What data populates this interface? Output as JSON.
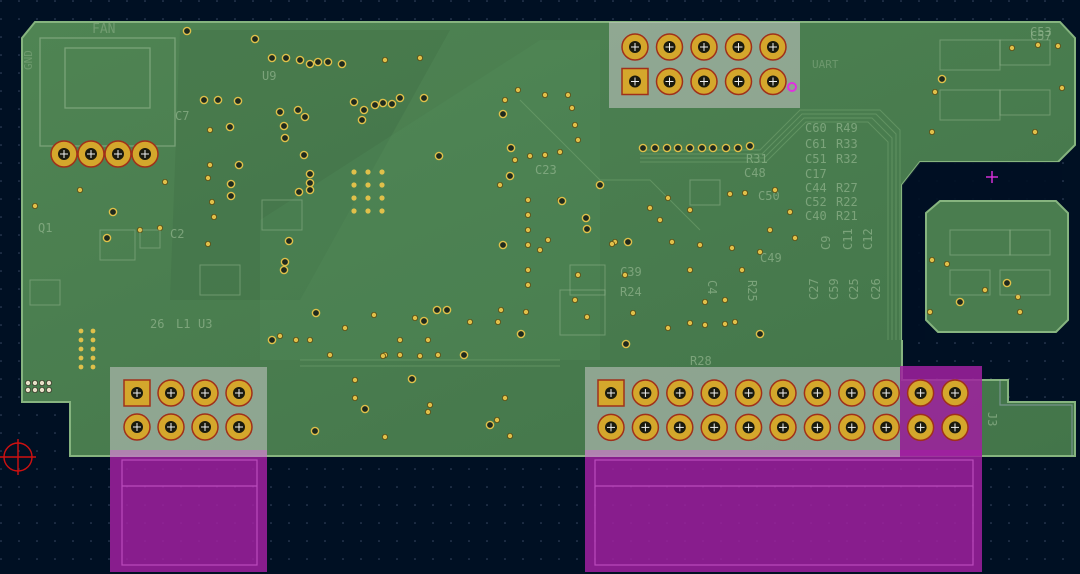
{
  "view": {
    "title": "PCB layout view",
    "colors": {
      "background": "#001023",
      "copper_zone": "#4a7d4f",
      "zone_outline": "#86b47f",
      "pad_gold": "#d4a72c",
      "pad_drill": "#1a1a0e",
      "connector_body": "#b0b0b0",
      "connector_magenta": "#a020a0",
      "via_ring": "#e0c04a",
      "origin_marker": "#d01010"
    }
  },
  "silkscreen": {
    "fan_label": "FAN",
    "uart_label": "UART",
    "gnd_label": "GND",
    "c7": "C7",
    "q1": "Q1",
    "c2": "C2",
    "c23": "C23",
    "u3": "U3",
    "r28": "R28",
    "c39": "C39",
    "r24": "R24",
    "c4": "C4",
    "r25": "R25",
    "c50": "C50",
    "c49": "C49",
    "c48": "C48",
    "c60": "C60",
    "c61": "C61",
    "c51": "C51",
    "c17": "C17",
    "c44": "C44",
    "c52": "C52",
    "c40": "C40",
    "r49": "R49",
    "r33": "R33",
    "r32": "R32",
    "r27": "R27",
    "r22": "R22",
    "r21": "R21",
    "r31": "R31",
    "c9": "C9",
    "c11": "C11",
    "c12": "C12",
    "c25": "C25",
    "c26": "C26",
    "c59": "C59",
    "c57": "C57",
    "c27": "C27",
    "j3": "J3",
    "l1": "L1",
    "r26": "26",
    "c53": "C53",
    "u9": "U9"
  },
  "connectors": {
    "fan_header": {
      "pins": 4
    },
    "uart_header": {
      "rows": 2,
      "cols": 5
    },
    "left_header": {
      "rows": 2,
      "cols": 4
    },
    "main_header": {
      "rows": 2,
      "cols": 11
    }
  }
}
